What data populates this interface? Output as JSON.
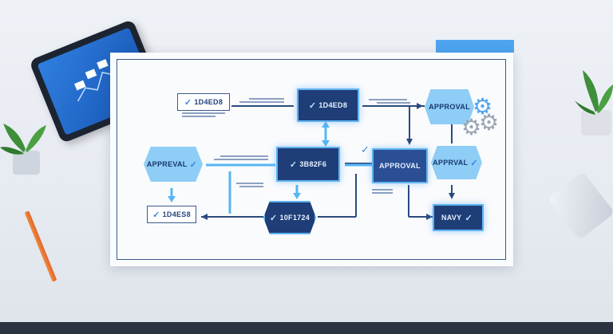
{
  "nodes": {
    "top_left": "1D4ED8",
    "top_center": "1D4ED8",
    "top_right": "APPROVAL",
    "mid_left": "APPREVAL",
    "mid_center": "3B82F6",
    "mid_right": "APPROVAL",
    "far_right_mid": "APPRVAL",
    "bottom_left": "1D4ES8",
    "bottom_center": "10F1724",
    "bottom_right": "NAVY"
  },
  "icons": {
    "check": "✓",
    "gear": "⚙"
  },
  "colors": {
    "navy": "#1f3e78",
    "light_blue": "#8ecdf6",
    "accent": "#4ea4f0"
  }
}
